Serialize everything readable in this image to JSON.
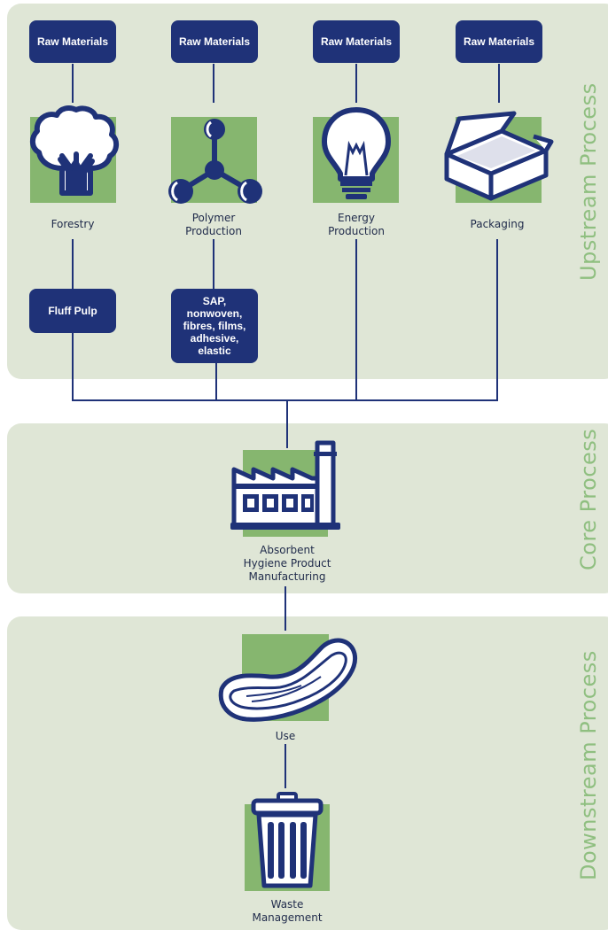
{
  "colors": {
    "panel": "#dfe6d6",
    "navy": "#1f3278",
    "green": "#86b66f",
    "side_label": "#8fbf80"
  },
  "stages": {
    "upstream": "Upstream Process",
    "core": "Core Process",
    "downstream": "Downstream Process"
  },
  "raw_materials": [
    "Raw Materials",
    "Raw Materials",
    "Raw Materials",
    "Raw Materials"
  ],
  "upstream_items": [
    {
      "label": "Forestry",
      "icon": "tree-icon"
    },
    {
      "label": "Polymer\nProduction",
      "icon": "molecule-icon"
    },
    {
      "label": "Energy\nProduction",
      "icon": "lightbulb-icon"
    },
    {
      "label": "Packaging",
      "icon": "box-icon"
    }
  ],
  "intermediate": {
    "fluff_pulp": "Fluff Pulp",
    "polymers": "SAP,\nnonwoven,\nfibres, films,\nadhesive,\nelastic"
  },
  "core": {
    "label": "Absorbent\nHygiene Product\nManufacturing",
    "icon": "factory-icon"
  },
  "downstream": [
    {
      "label": "Use",
      "icon": "diaper-icon"
    },
    {
      "label": "Waste\nManagement",
      "icon": "trash-can-icon"
    }
  ]
}
